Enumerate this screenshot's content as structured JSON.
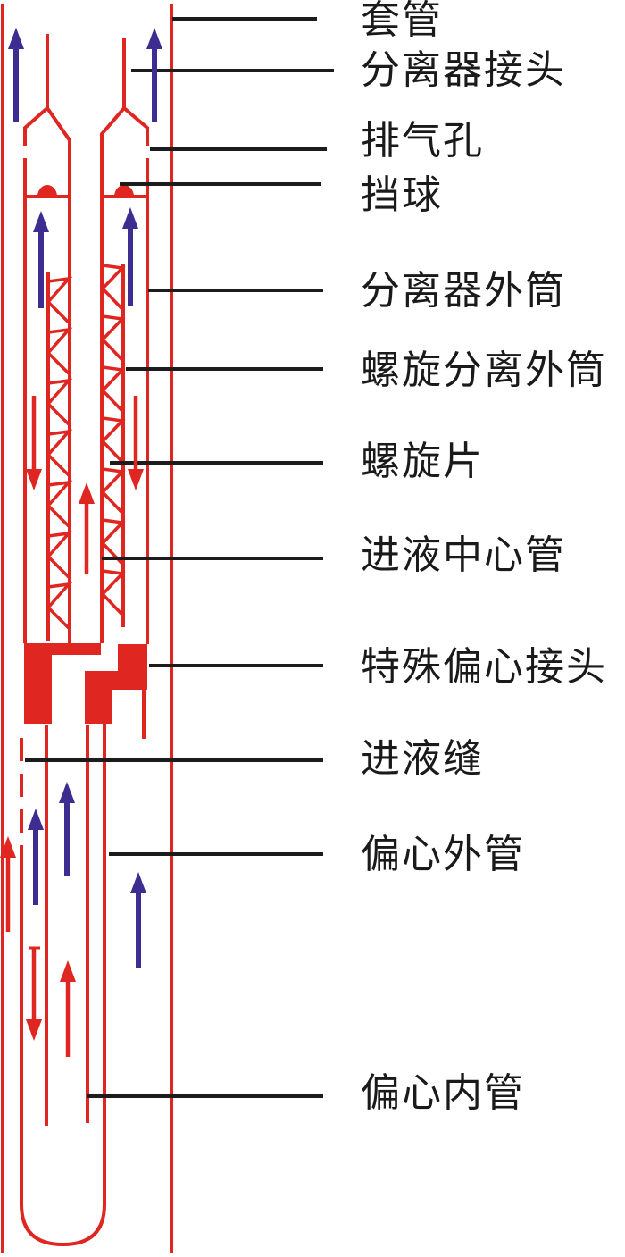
{
  "figure": {
    "kind": "downhole gas-liquid spiral separator schematic (cross-section)",
    "labels": [
      {
        "id": "casing",
        "text": "套管"
      },
      {
        "id": "separator-joint",
        "text": "分离器接头"
      },
      {
        "id": "vent-hole",
        "text": "排气孔"
      },
      {
        "id": "stop-ball",
        "text": "挡球"
      },
      {
        "id": "separator-outer-barrel",
        "text": "分离器外筒"
      },
      {
        "id": "spiral-separation-outer-barrel",
        "text": "螺旋分离外筒"
      },
      {
        "id": "spiral-blade",
        "text": "螺旋片"
      },
      {
        "id": "liquid-inlet-center-tube",
        "text": "进液中心管"
      },
      {
        "id": "special-eccentric-joint",
        "text": "特殊偏心接头"
      },
      {
        "id": "liquid-inlet-slot",
        "text": "进液缝"
      },
      {
        "id": "eccentric-outer-tube",
        "text": "偏心外管"
      },
      {
        "id": "eccentric-inner-tube",
        "text": "偏心内管"
      }
    ],
    "arrows": [
      {
        "name": "gas-flow-arrow",
        "direction": "up",
        "color": "purple",
        "count": 7
      },
      {
        "name": "liquid-flow-arrow",
        "direction": "up",
        "color": "red",
        "count": 3
      },
      {
        "name": "liquid-flow-arrow",
        "direction": "down",
        "color": "red",
        "count": 3
      }
    ]
  },
  "colors": {
    "pipe_red": "#e02621",
    "flow_arrow_purple": "#3e2d90",
    "leader_line_black": "#1c1c1c",
    "label_text": "#1a1a1a",
    "background": "#ffffff"
  }
}
